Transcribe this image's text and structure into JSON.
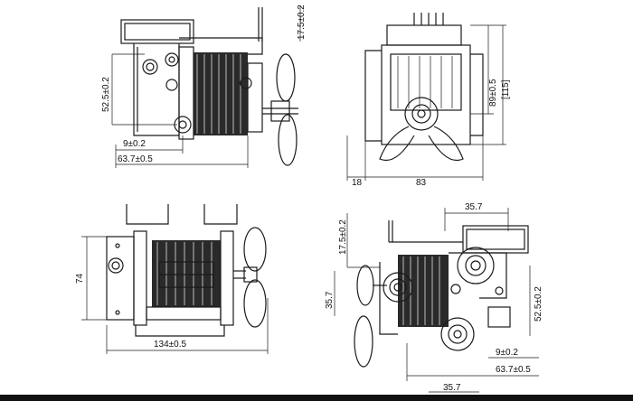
{
  "views": {
    "top_left": {
      "dims": [
        "17.5±0.2",
        "52.5±0.2",
        "9±0.2",
        "63.7±0.5"
      ]
    },
    "top_right": {
      "dims": [
        "89±0.5",
        "[115]",
        "18",
        "83"
      ]
    },
    "bottom_left": {
      "dims": [
        "74",
        "134±0.5"
      ]
    },
    "bottom_right": {
      "dims": [
        "35.7",
        "17.5±0.2",
        "35.7",
        "52.5±0.2",
        "9±0.2",
        "63.7±0.5",
        "35.7"
      ]
    }
  }
}
